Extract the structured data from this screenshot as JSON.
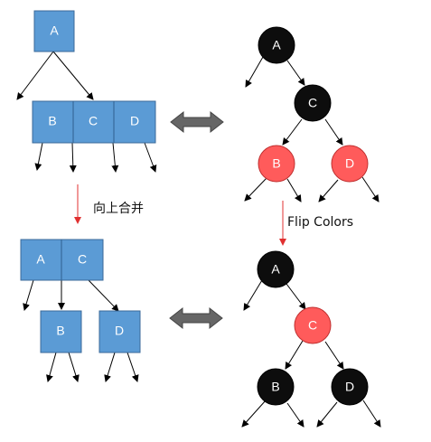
{
  "colors": {
    "box_fill": "#5b9bd5",
    "node_black": "#0d0d0d",
    "node_red": "#ff5b5b",
    "merge_arrow": "#e03030",
    "double_arrow": "#666666"
  },
  "top_left_tree": {
    "root": "A",
    "merged_node": [
      "B",
      "C",
      "D"
    ]
  },
  "top_right_tree": {
    "nodes": [
      {
        "label": "A",
        "color": "black"
      },
      {
        "label": "C",
        "color": "black"
      },
      {
        "label": "B",
        "color": "red"
      },
      {
        "label": "D",
        "color": "red"
      }
    ]
  },
  "bottom_left_tree": {
    "merged_root": [
      "A",
      "C"
    ],
    "children": [
      "B",
      "D"
    ]
  },
  "bottom_right_tree": {
    "nodes": [
      {
        "label": "A",
        "color": "black"
      },
      {
        "label": "C",
        "color": "red"
      },
      {
        "label": "B",
        "color": "black"
      },
      {
        "label": "D",
        "color": "black"
      }
    ]
  },
  "captions": {
    "merge_up": "向上合并",
    "flip_colors": "Flip Colors"
  }
}
